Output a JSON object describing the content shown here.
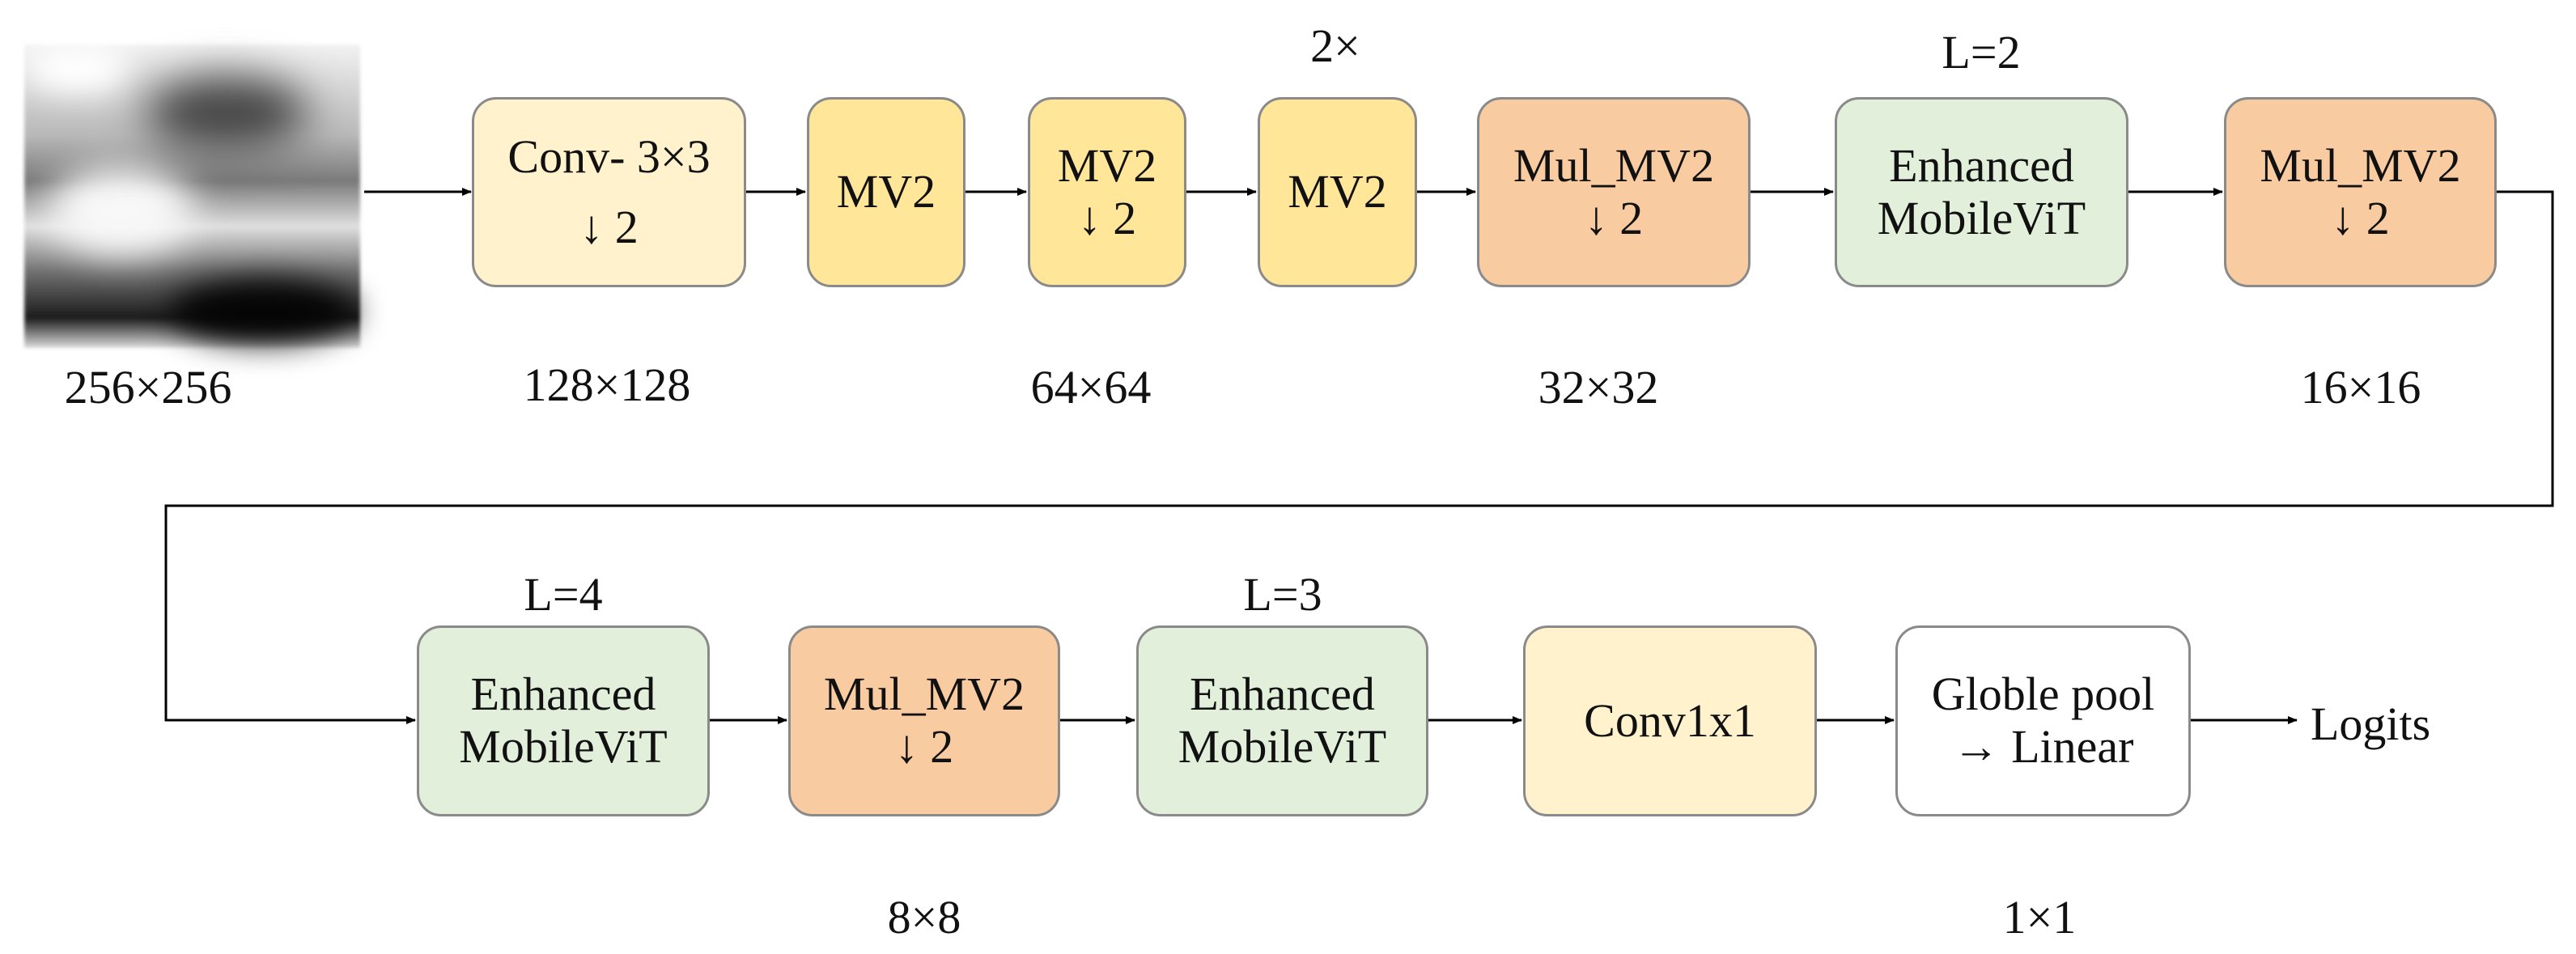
{
  "input": {
    "image_description_icon": "grayscale-input-image",
    "size_label": "256×256"
  },
  "blocks": {
    "conv3x3": {
      "line1": "Conv- 3×3",
      "line2": "↓ 2"
    },
    "mv2_a": {
      "line1": "MV2"
    },
    "mv2_b": {
      "line1": "MV2",
      "line2": "↓ 2"
    },
    "mv2_c": {
      "line1": "MV2"
    },
    "mulmv2_a": {
      "line1": "Mul_MV2",
      "line2": "↓ 2"
    },
    "enhanced_a": {
      "line1": "Enhanced",
      "line2": "MobileViT"
    },
    "mulmv2_b": {
      "line1": "Mul_MV2",
      "line2": "↓ 2"
    },
    "enhanced_b": {
      "line1": "Enhanced",
      "line2": "MobileViT"
    },
    "mulmv2_c": {
      "line1": "Mul_MV2",
      "line2": "↓ 2"
    },
    "enhanced_c": {
      "line1": "Enhanced",
      "line2": "MobileViT"
    },
    "conv1x1": {
      "line1": "Conv1x1"
    },
    "globlepool": {
      "line1": "Globle pool",
      "line2": "→ Linear"
    }
  },
  "annotations": {
    "repeat_2x": "2×",
    "l2": "L=2",
    "l4": "L=4",
    "l3": "L=3"
  },
  "sizes": {
    "s128": "128×128",
    "s64": "64×64",
    "s32": "32×32",
    "s16": "16×16",
    "s8": "8×8",
    "s1": "1×1"
  },
  "output": {
    "logits": "Logits"
  },
  "colors": {
    "conv_fill": "#fff2cc",
    "mv2_fill": "#ffe699",
    "mulmv2_fill": "#f8cba0",
    "enhanced_fill": "#e2efda",
    "pool_fill": "#ffffff",
    "border": "#8a8a8a",
    "arrow": "#000000"
  }
}
